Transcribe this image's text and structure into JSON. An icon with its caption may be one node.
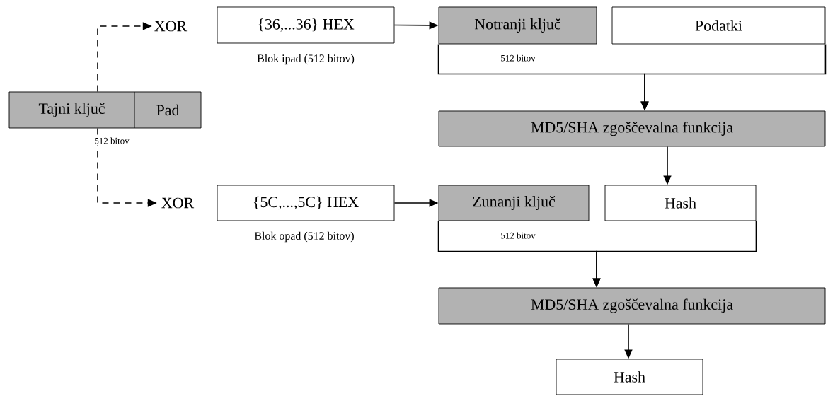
{
  "diagram": {
    "nodes": [
      {
        "text": [
          "Tajni ključ"
        ]
      },
      {
        "text": [
          "Pad"
        ]
      },
      {
        "text": [
          "XOR"
        ]
      },
      {
        "text": [
          "{36,...36} HEX"
        ],
        "beside": [
          "Blok ipad (512 bitov)"
        ]
      },
      {
        "text": [
          "Notranji ključ"
        ]
      },
      {
        "text": [
          "Podatki"
        ]
      },
      {
        "text": [
          "MD5/SHA zgoščevalna funkcija"
        ]
      },
      {
        "text": [
          "XOR"
        ]
      },
      {
        "text": [
          "{5C,...,5C} HEX"
        ],
        "beside": [
          "Blok opad (512 bitov)"
        ]
      },
      {
        "text": [
          "Zunanji ključ"
        ]
      },
      {
        "text": [
          "Hash"
        ]
      },
      {
        "text": [
          "MD5/SHA zgoščevalna funkcija"
        ]
      },
      {
        "text": [
          "Hash"
        ]
      }
    ],
    "edges": [
      {
        "from": 0,
        "to": 2,
        "arrow": "to",
        "style": "dashed"
      },
      {
        "from": 0,
        "to": 7,
        "arrow": "to",
        "style": "dashed"
      },
      {
        "from": 3,
        "to": 4,
        "arrow": "to"
      },
      {
        "from": 8,
        "to": 9,
        "arrow": "to"
      },
      {
        "from": 4,
        "to": 6,
        "arrow": "to"
      },
      {
        "from": 5,
        "to": 6,
        "arrow": "to"
      },
      {
        "from": 6,
        "to": 10,
        "arrow": "to"
      },
      {
        "from": 9,
        "to": 11,
        "arrow": "to"
      },
      {
        "from": 10,
        "to": 11,
        "arrow": "to"
      },
      {
        "from": 11,
        "to": 12,
        "arrow": "to"
      }
    ],
    "labels": [
      "512 bitov",
      "512 bitov",
      "512 bitov"
    ]
  }
}
